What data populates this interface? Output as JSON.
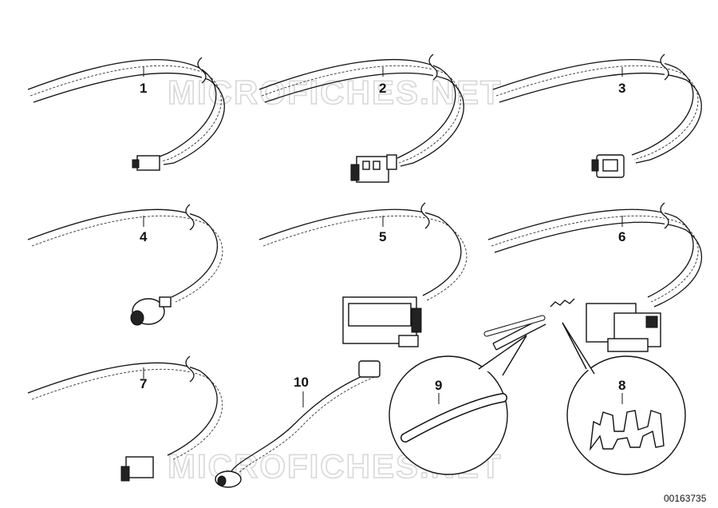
{
  "watermark": {
    "top": "MICROFICHES.NET",
    "bottom": "MICROFICHES.NET"
  },
  "document_number": "00163735",
  "callouts": [
    {
      "id": "1",
      "label": "1"
    },
    {
      "id": "2",
      "label": "2"
    },
    {
      "id": "3",
      "label": "3"
    },
    {
      "id": "4",
      "label": "4"
    },
    {
      "id": "5",
      "label": "5"
    },
    {
      "id": "6",
      "label": "6"
    },
    {
      "id": "7",
      "label": "7"
    },
    {
      "id": "8",
      "label": "8"
    },
    {
      "id": "9",
      "label": "9"
    },
    {
      "id": "10",
      "label": "10"
    }
  ],
  "colors": {
    "line": "#111111",
    "watermark": "#d8d8d8",
    "background": "#ffffff"
  }
}
